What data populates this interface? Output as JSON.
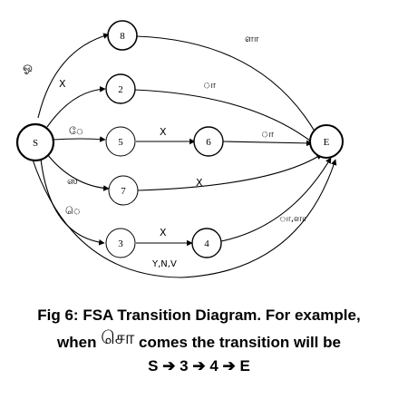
{
  "states": [
    {
      "id": "S",
      "label": "S"
    },
    {
      "id": "8",
      "label": "8"
    },
    {
      "id": "2",
      "label": "2"
    },
    {
      "id": "5",
      "label": "5"
    },
    {
      "id": "6",
      "label": "6"
    },
    {
      "id": "7",
      "label": "7"
    },
    {
      "id": "3",
      "label": "3"
    },
    {
      "id": "4",
      "label": "4"
    },
    {
      "id": "E",
      "label": "E"
    }
  ],
  "edges": [
    {
      "id": "S-8",
      "from": "S",
      "to": "8",
      "label": "ஓ"
    },
    {
      "id": "8-E",
      "from": "8",
      "to": "E",
      "label": "ளா"
    },
    {
      "id": "S-2",
      "from": "S",
      "to": "2",
      "label": "X"
    },
    {
      "id": "2-E",
      "from": "2",
      "to": "E",
      "label": "ா"
    },
    {
      "id": "S-5",
      "from": "S",
      "to": "5",
      "label": "ே"
    },
    {
      "id": "5-6",
      "from": "5",
      "to": "6",
      "label": "X"
    },
    {
      "id": "6-E",
      "from": "6",
      "to": "E",
      "label": "ா"
    },
    {
      "id": "S-7",
      "from": "S",
      "to": "7",
      "label": "ஸ"
    },
    {
      "id": "7-E",
      "from": "7",
      "to": "E",
      "label": "X"
    },
    {
      "id": "S-3",
      "from": "S",
      "to": "3",
      "label": "ெ"
    },
    {
      "id": "3-4",
      "from": "3",
      "to": "4",
      "label": "X"
    },
    {
      "id": "4-E",
      "from": "4",
      "to": "E",
      "label": "ா,ளா"
    },
    {
      "id": "S-E",
      "from": "S",
      "to": "E",
      "label": "Y,N,V"
    }
  ],
  "caption": {
    "line1": "Fig 6: FSA Transition Diagram. For example,",
    "line2_prefix": "when",
    "line2_word": "சொ",
    "line2_suffix": "comes the transition will be",
    "line3": "S ➔ 3 ➔ 4 ➔ E"
  }
}
